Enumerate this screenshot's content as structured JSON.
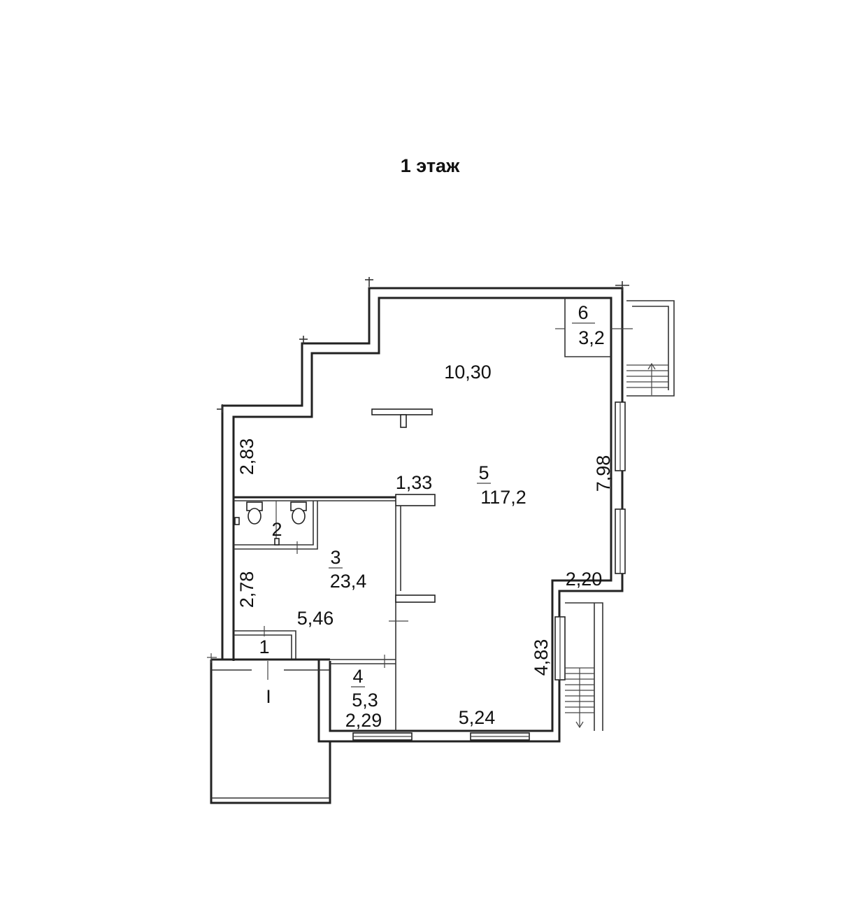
{
  "floor_title": "1 этаж",
  "rooms": {
    "r1": {
      "number": "1"
    },
    "r2": {
      "number": "2"
    },
    "r3": {
      "number": "3",
      "area": "23,4"
    },
    "r4": {
      "number": "4",
      "area": "5,3"
    },
    "r5": {
      "number": "5",
      "area": "117,2"
    },
    "r6": {
      "number": "6",
      "area": "3,2"
    }
  },
  "dimensions": {
    "top_width": "10,30",
    "left_upper": "2,83",
    "partition": "1,33",
    "right_wall": "7,98",
    "left_lower": "2,78",
    "room3_width": "5,46",
    "right_step": "2,20",
    "right_lower": "4,83",
    "room4_width": "2,29",
    "bottom_width": "5,24"
  },
  "porch_label": "I"
}
